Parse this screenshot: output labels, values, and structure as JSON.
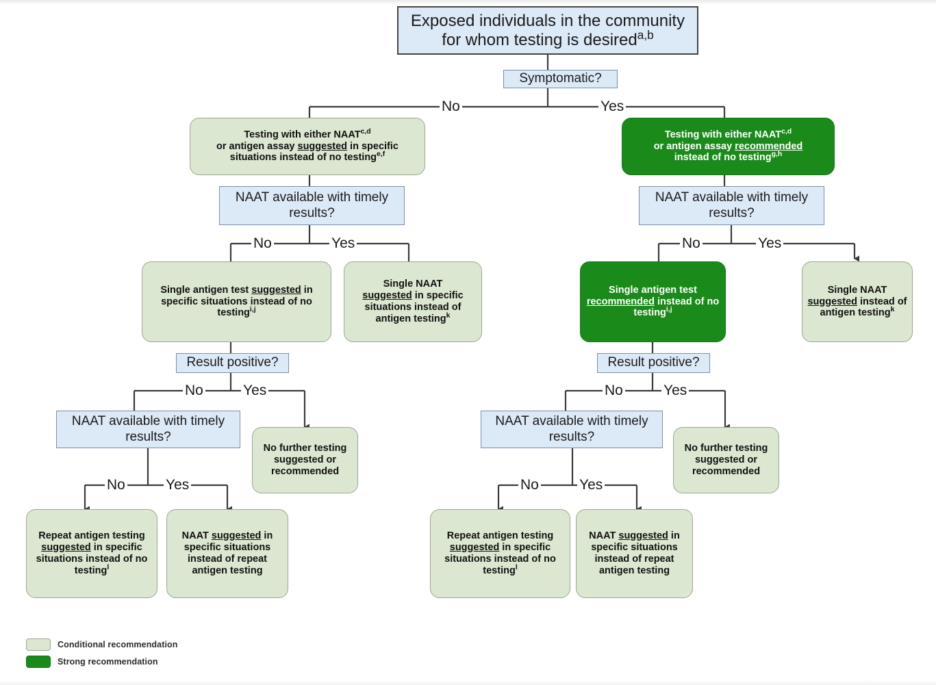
{
  "diagram": {
    "title_node": {
      "line1": "Exposed individuals in the community",
      "line2": "for whom testing is desired",
      "sup": "a,b"
    },
    "decisions": {
      "symptomatic": "Symptomatic?",
      "naat_available": "NAAT available with timely results?",
      "naat_available_l1": "NAAT available with timely",
      "naat_available_l2": "results?",
      "result_positive": "Result positive?"
    },
    "edge_labels": {
      "no": "No",
      "yes": "Yes"
    },
    "left_branch": {
      "top_box": {
        "l1": "Testing with either NAAT",
        "l1_sup": "c,d",
        "l2_a": "or antigen assay ",
        "l2_u": "suggested",
        "l2_b": " in specific",
        "l3": "situations instead of no testing",
        "l3_sup": "e,f"
      },
      "antigen_box": {
        "a": "Single antigen test  ",
        "u": "suggested",
        "b": " in specific situations instead of no testing",
        "sup": "i,j"
      },
      "naat_box": {
        "l1": "Single NAAT",
        "u": "suggested",
        "b": " in specific situations instead of antigen testing",
        "sup": "k"
      },
      "no_further": "No further testing suggested or recommended",
      "repeat_antigen": {
        "a": "Repeat antigen testing ",
        "u": "suggested",
        "b": " in specific situations instead of no testing",
        "sup": "l"
      },
      "naat_instead": {
        "a": "NAAT ",
        "u": "suggested",
        "b": " in specific situations instead of repeat antigen testing"
      }
    },
    "right_branch": {
      "top_box": {
        "l1": "Testing with either NAAT",
        "l1_sup": "c,d",
        "l2_a": "or antigen assay ",
        "l2_u": "recommended",
        "l3": "instead of no testing",
        "l3_sup": "g,h"
      },
      "antigen_box": {
        "l1": "Single antigen test",
        "u": "recommended",
        "b": " instead of no testing",
        "sup": "i,j"
      },
      "naat_box": {
        "l1": "Single NAAT",
        "u": "suggested",
        "b": " instead of antigen testing",
        "sup": "k"
      },
      "no_further": "No further testing suggested or recommended",
      "repeat_antigen": {
        "a": "Repeat antigen testing ",
        "u": "suggested",
        "b": " in specific situations instead of no testing",
        "sup": "l"
      },
      "naat_instead": {
        "a": "NAAT ",
        "u": "suggested",
        "b": " in specific situations instead of repeat antigen testing"
      }
    },
    "legend": {
      "conditional": "Conditional recommendation",
      "strong": "Strong recommendation"
    },
    "colors": {
      "conditional": "#dbe7d0",
      "strong": "#1a8a1a",
      "decision": "#dce9f7",
      "line": "#3a3a3a"
    }
  }
}
